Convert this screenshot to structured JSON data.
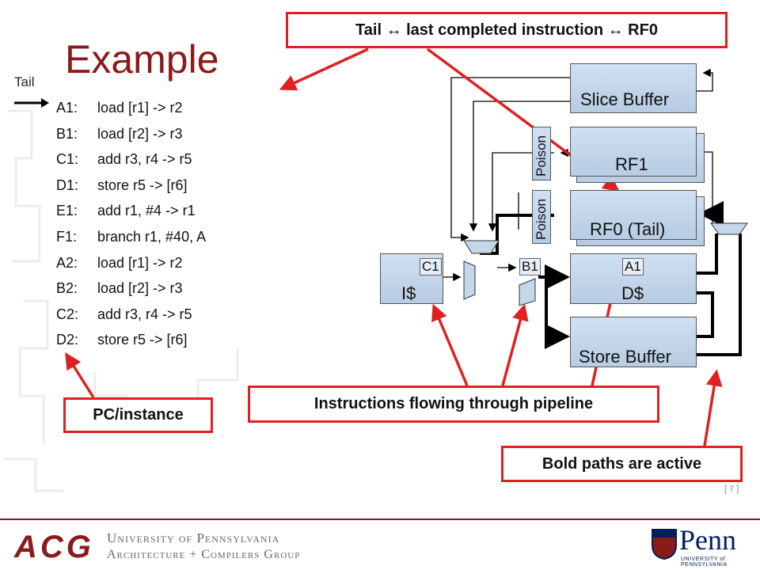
{
  "slide": {
    "title": "Example",
    "tail_label": "Tail",
    "page_number": "[ 7 ]"
  },
  "instructions": [
    {
      "label": "A1:",
      "text": "load [r1] -> r2"
    },
    {
      "label": "B1:",
      "text": "load [r2] -> r3"
    },
    {
      "label": "C1:",
      "text": "add r3, r4 -> r5"
    },
    {
      "label": "D1:",
      "text": "store r5 -> [r6]"
    },
    {
      "label": "E1:",
      "text": "add r1, #4 -> r1"
    },
    {
      "label": "F1:",
      "text": "branch r1, #40, A"
    },
    {
      "label": "A2:",
      "text": "load [r1] -> r2"
    },
    {
      "label": "B2:",
      "text": "load [r2] -> r3"
    },
    {
      "label": "C2:",
      "text": "add r3, r4 -> r5"
    },
    {
      "label": "D2:",
      "text": "store r5 -> [r6]"
    }
  ],
  "callouts": {
    "tail": "Tail ↔ last completed instruction ↔ RF0",
    "pc": "PC/instance",
    "pipeline": "Instructions flowing through pipeline",
    "bold": "Bold paths are active"
  },
  "diagram": {
    "slice_buffer": "Slice Buffer",
    "rf1": "RF1",
    "rf0": "RF0 (Tail)",
    "icache": "I$",
    "dcache": "D$",
    "store_buffer": "Store Buffer",
    "poison1": "Poison",
    "poison2": "Poison",
    "tag_c1": "C1",
    "tag_b1": "B1",
    "tag_a1": "A1"
  },
  "footer": {
    "acg": "ACG",
    "university": "University of Pennsylvania",
    "group": "Architecture + Compilers Group",
    "penn": "Penn",
    "penn_sub": "UNIVERSITY of PENNSYLVANIA"
  },
  "colors": {
    "title": "#8B1A1A",
    "callout_border": "#e02020",
    "block_fill": "#c4d6ea",
    "footer_accent": "#8B1A1A"
  }
}
